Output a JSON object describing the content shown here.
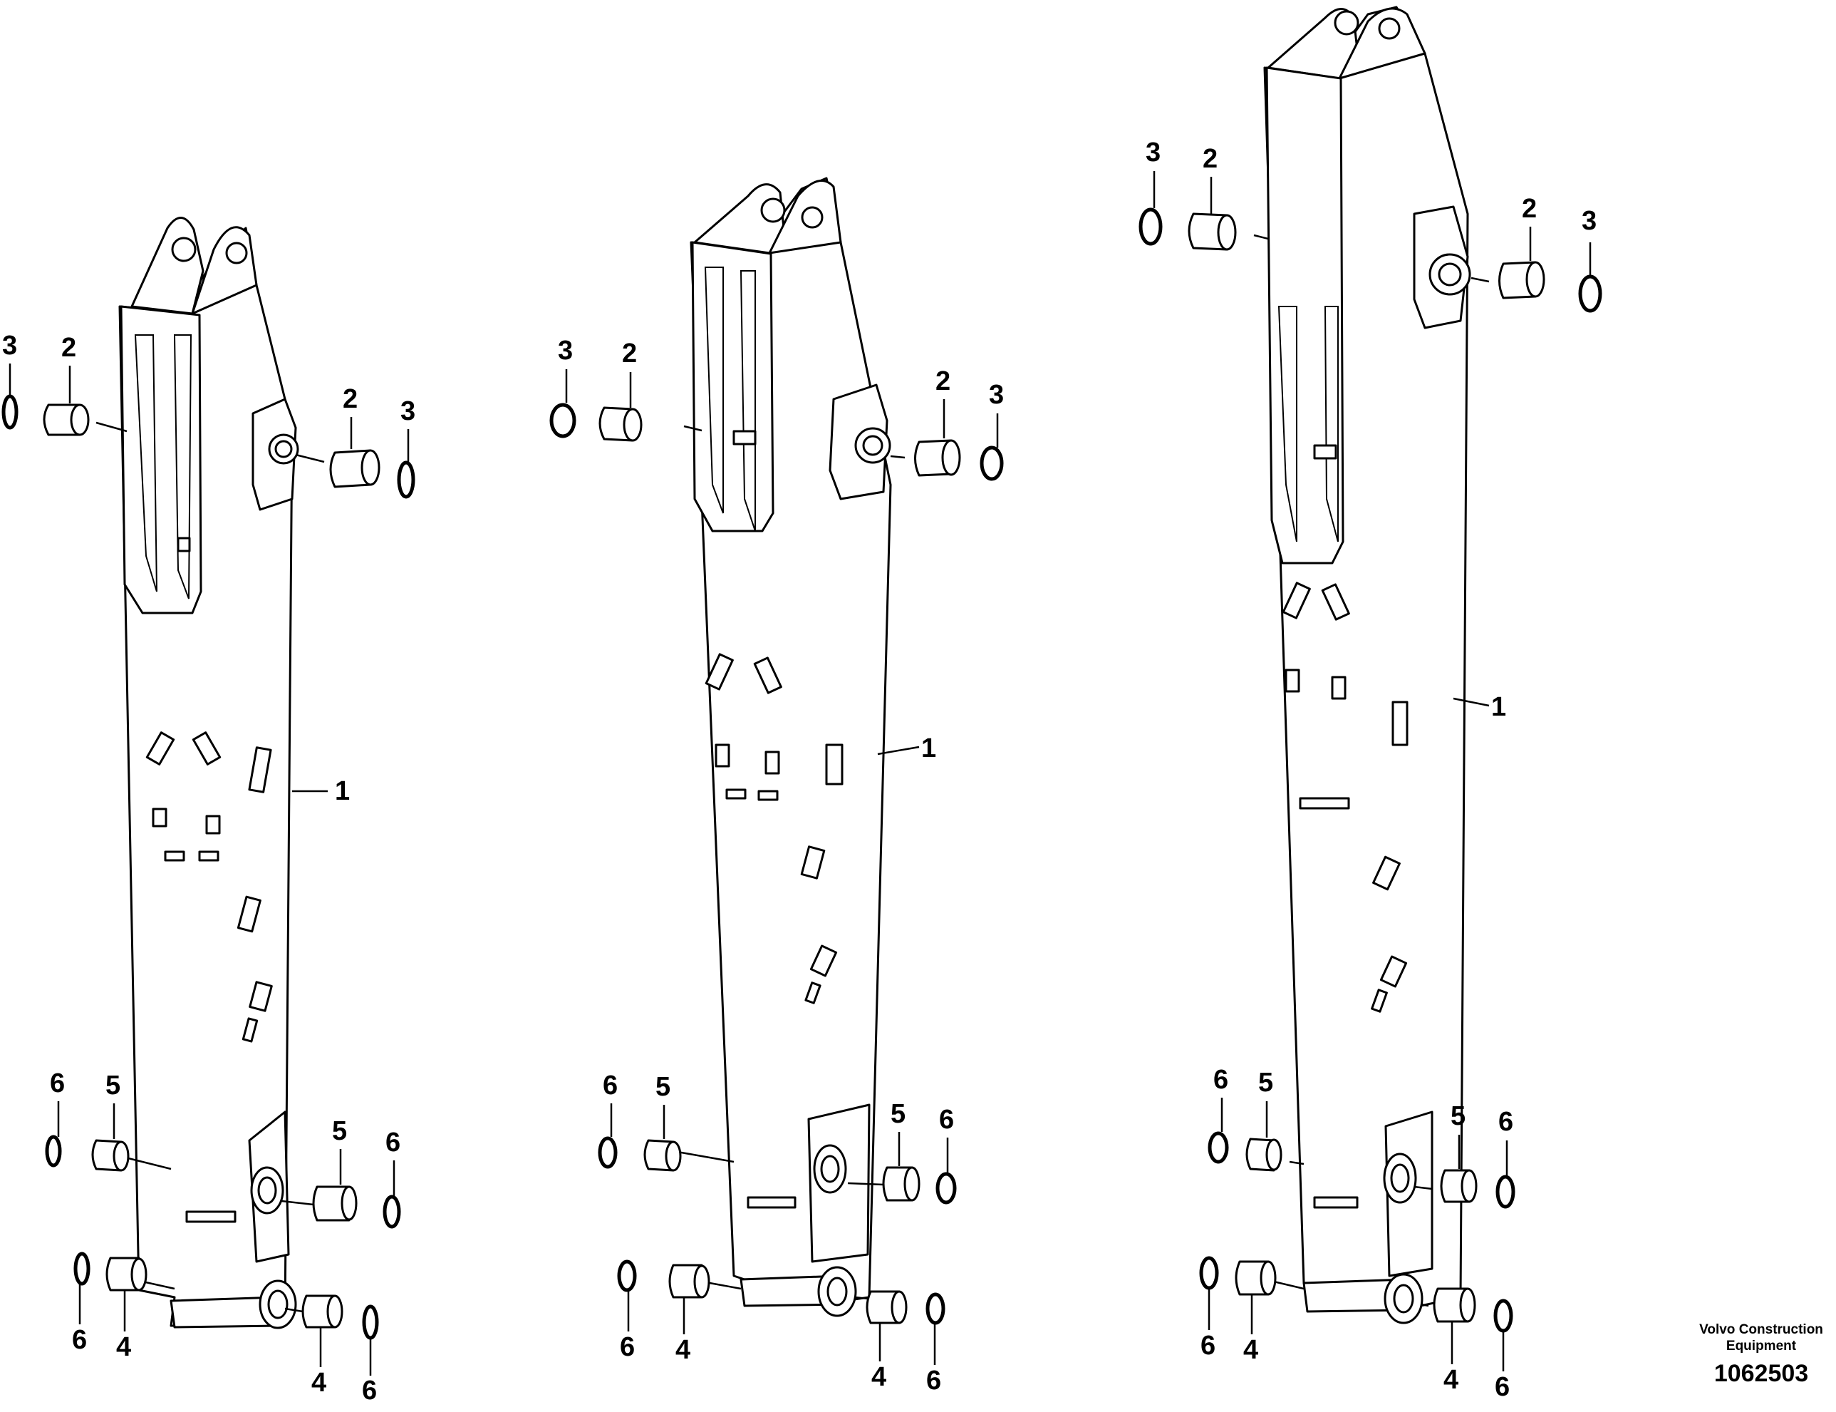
{
  "diagram": {
    "callouts": {
      "arm": "1",
      "bushing_upper": "2",
      "seal_ring_upper": "3",
      "bushing_lower_end": "4",
      "bushing_lower_mid": "5",
      "seal_ring_lower": "6"
    }
  },
  "footer": {
    "brand_line_1": "Volvo Construction",
    "brand_line_2": "Equipment",
    "drawing_number": "1062503"
  }
}
